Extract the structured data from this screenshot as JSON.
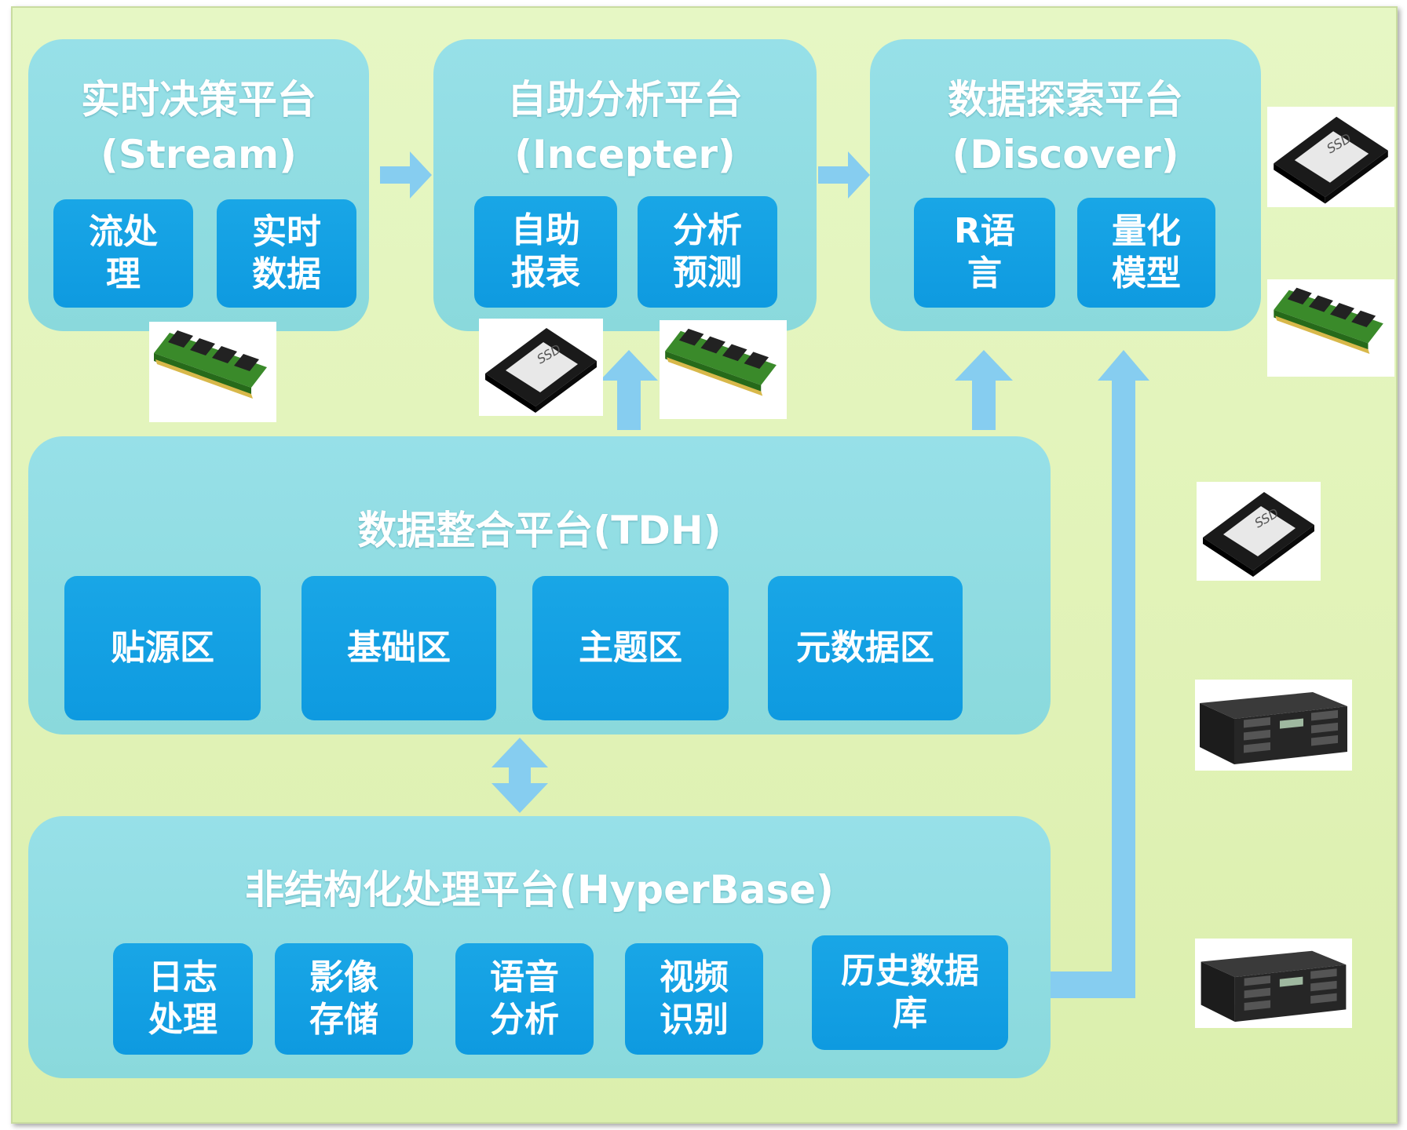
{
  "platforms": {
    "stream": {
      "title": "实时决策平台\n(Stream)",
      "boxes": [
        "流处\n理",
        "实时\n数据"
      ]
    },
    "incepter": {
      "title": "自助分析平台\n(Incepter)",
      "boxes": [
        "自助\n报表",
        "分析\n预测"
      ]
    },
    "discover": {
      "title": "数据探索平台\n(Discover)",
      "boxes": [
        "R语\n言",
        "量化\n模型"
      ]
    },
    "tdh": {
      "title": "数据整合平台(TDH)",
      "boxes": [
        "贴源区",
        "基础区",
        "主题区",
        "元数据区"
      ]
    },
    "hyperbase": {
      "title": "非结构化处理平台(HyperBase)",
      "boxes": [
        "日志\n处理",
        "影像\n存储",
        "语音\n分析",
        "视频\n识别",
        "历史数据\n库"
      ]
    }
  },
  "hardware": {
    "ssd_label": "SSD",
    "icons": [
      "memory-module-icon",
      "ssd-drive-icon",
      "server-rack-icon"
    ]
  },
  "colors": {
    "background": "#e4f5bf",
    "panel": "#92dde3",
    "box": "#15a2e4",
    "arrow": "#86cdf0"
  }
}
